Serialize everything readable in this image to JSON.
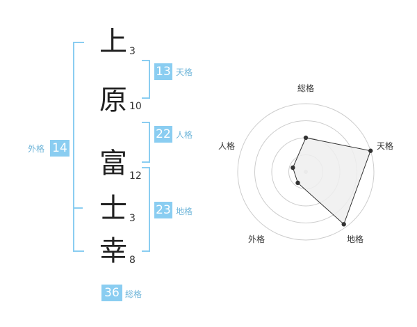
{
  "name": {
    "characters": [
      {
        "char": "上",
        "strokes": "3"
      },
      {
        "char": "原",
        "strokes": "10"
      },
      {
        "char": "富",
        "strokes": "12"
      },
      {
        "char": "士",
        "strokes": "3"
      },
      {
        "char": "幸",
        "strokes": "8"
      }
    ]
  },
  "fortunes": {
    "tenkaku": {
      "value": "13",
      "label": "天格"
    },
    "jinkaku": {
      "value": "22",
      "label": "人格"
    },
    "chikaku": {
      "value": "23",
      "label": "地格"
    },
    "gaikaku": {
      "value": "14",
      "label": "外格"
    },
    "soukaku": {
      "value": "36",
      "label": "総格"
    }
  },
  "chart_data": {
    "type": "radar",
    "axes": [
      "総格",
      "天格",
      "地格",
      "外格",
      "人格"
    ],
    "values": [
      0.5,
      1.0,
      0.95,
      0.2,
      0.2
    ],
    "range": [
      0,
      1
    ],
    "rings": 4,
    "colors": {
      "fill": "#eeeeee",
      "line": "#333333",
      "grid": "#cccccc"
    }
  },
  "colors": {
    "accent": "#8acdf1"
  }
}
